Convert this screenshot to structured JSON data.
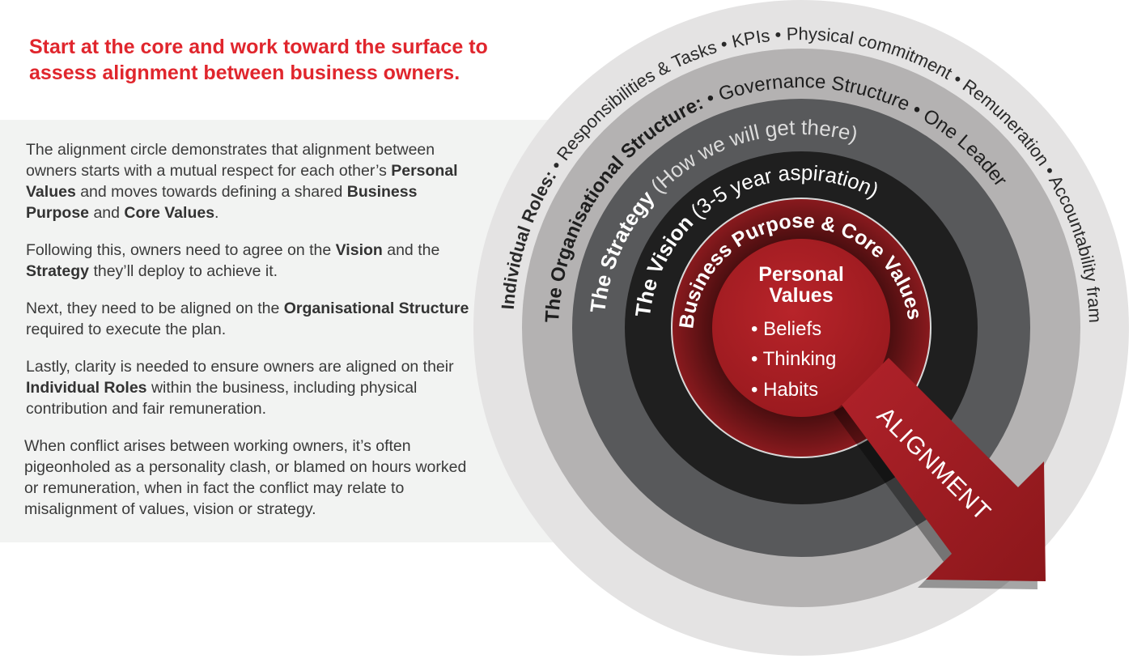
{
  "headline": "Start at the core and work toward the surface to assess alignment between business owners.",
  "paragraphs": {
    "p1": [
      {
        "text": "The alignment circle demonstrates that alignment between owners starts with a mutual respect for each other’s ",
        "bold": false
      },
      {
        "text": "Personal Values",
        "bold": true
      },
      {
        "text": " and moves towards defining a shared ",
        "bold": false
      },
      {
        "text": "Business Purpose",
        "bold": true
      },
      {
        "text": " and ",
        "bold": false
      },
      {
        "text": "Core Values",
        "bold": true
      },
      {
        "text": ".",
        "bold": false
      }
    ],
    "p2": [
      {
        "text": "Following this, owners need to agree on the ",
        "bold": false
      },
      {
        "text": "Vision",
        "bold": true
      },
      {
        "text": " and the ",
        "bold": false
      },
      {
        "text": "Strategy",
        "bold": true
      },
      {
        "text": " they’ll deploy to achieve it.",
        "bold": false
      }
    ],
    "p3": [
      {
        "text": "Next, they need to be aligned on the ",
        "bold": false
      },
      {
        "text": "Organisational Structure",
        "bold": true
      },
      {
        "text": " required to execute the plan.",
        "bold": false
      }
    ],
    "p4": [
      {
        "text": "Lastly, clarity is needed to ensure owners are aligned on their ",
        "bold": false
      },
      {
        "text": "Individual Roles",
        "bold": true
      },
      {
        "text": " within the business, including physical contribution and fair remuneration.",
        "bold": false
      }
    ],
    "p5": [
      {
        "text": "When conflict arises between working owners, it’s often pigeonholed as a personality clash, or blamed on hours worked or remuneration, when in fact the conflict may relate to misalignment of values, vision or strategy.",
        "bold": false
      }
    ]
  },
  "diagram": {
    "rings": {
      "individual_roles": {
        "title": "Individual Roles:",
        "detail": " • Responsibilities & Tasks • KPIs • Physical commitment • Remuneration • Accountability framework"
      },
      "organisational_structure": {
        "title": "The Organisational Structure:",
        "detail": "  • Governance Structure • One Leader"
      },
      "strategy": {
        "title": "The Strategy",
        "detail": " (How we will get there)"
      },
      "vision": {
        "title": "The Vision",
        "detail": " (3-5 year aspiration)"
      },
      "business_purpose": {
        "title": "Business Purpose & Core Values"
      }
    },
    "core": {
      "title_line1": "Personal",
      "title_line2": "Values",
      "items": [
        "• Beliefs",
        "• Thinking",
        "• Habits"
      ]
    },
    "arrow_label": "ALIGNMENT",
    "colors": {
      "ring1": "#e4e3e3",
      "ring2": "#b4b2b2",
      "ring3": "#58595b",
      "ring4": "#1f1f1f",
      "ring5": "#741417",
      "core": "#a61d22",
      "arrow": "#9f1c21",
      "accent": "#e0262d"
    }
  }
}
